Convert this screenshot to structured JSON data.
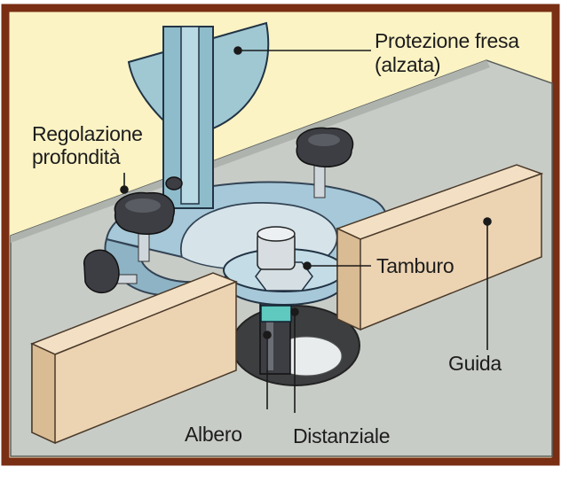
{
  "labels": {
    "protezione_line1": "Protezione fresa",
    "protezione_line2": "(alzata)",
    "regolazione_line1": "Regolazione",
    "regolazione_line2": "profondità",
    "tamburo": "Tamburo",
    "guida": "Guida",
    "albero": "Albero",
    "distanziale": "Distanziale"
  },
  "colors": {
    "frame": "#7a2e14",
    "background": "#fbf3c4",
    "table": "#c8ccc6",
    "wood": "#ecd3b2",
    "metal": "#a6c8d8",
    "knob": "#3d3e44",
    "spacer": "#5fc8bf",
    "leader_dot": "#1a1a1a"
  }
}
